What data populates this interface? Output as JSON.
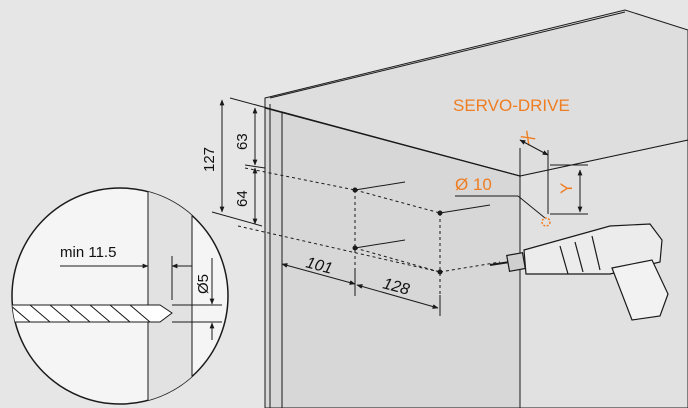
{
  "labels": {
    "servo_drive": "SERVO-DRIVE",
    "dia_10": "Ø 10",
    "x": "X",
    "y": "Y",
    "d127": "127",
    "d63": "63",
    "d64": "64",
    "d101": "101",
    "d128": "128",
    "min_11_5": "min 11.5",
    "dia_5": "Ø5"
  },
  "colors": {
    "background": "#e6e6e6",
    "panel_front": "#d4d4d4",
    "panel_top": "#dcdcdc",
    "accent_orange": "#ef7d22",
    "line": "#1a1a1a",
    "detail_bg": "#f5f5f5"
  }
}
